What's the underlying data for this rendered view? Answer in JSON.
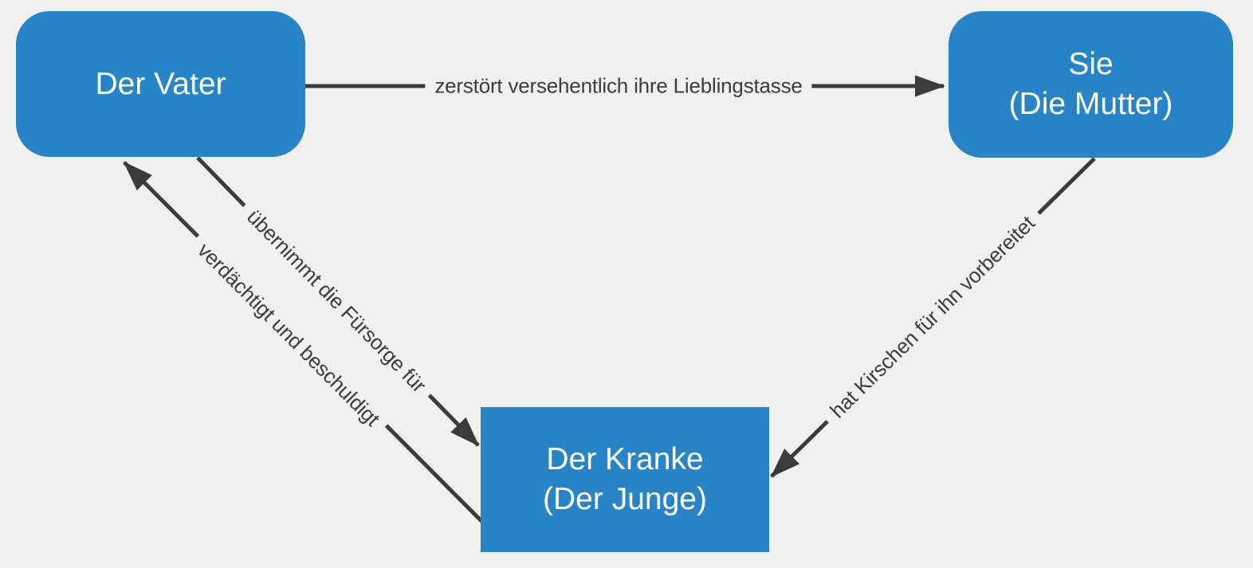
{
  "diagram": {
    "colors": {
      "background": "#f0f0f1",
      "node_fill": "#2784c7",
      "node_text": "#ffffff",
      "edge": "#3b3b3b",
      "edge_label_text": "#3d3d3d"
    },
    "nodes": [
      {
        "id": "der-vater",
        "shape": "rounded-rectangle",
        "lines": [
          "Der Vater"
        ]
      },
      {
        "id": "sie-die-mutter",
        "shape": "rounded-rectangle",
        "lines": [
          "Sie",
          "(Die Mutter)"
        ]
      },
      {
        "id": "der-kranke-der-junge",
        "shape": "rectangle",
        "lines": [
          "Der Kranke",
          "(Der Junge)"
        ]
      }
    ],
    "edges": [
      {
        "from": "der-vater",
        "to": "sie-die-mutter",
        "label": "zerstört versehentlich ihre Lieblingstasse"
      },
      {
        "from": "der-vater",
        "to": "der-kranke-der-junge",
        "label": "übernimmt die Fürsorge für"
      },
      {
        "from": "der-kranke-der-junge",
        "to": "der-vater",
        "label": "verdächtigt und beschuldigt"
      },
      {
        "from": "sie-die-mutter",
        "to": "der-kranke-der-junge",
        "label": "hat Kirschen für ihn vorbereitet"
      }
    ]
  }
}
